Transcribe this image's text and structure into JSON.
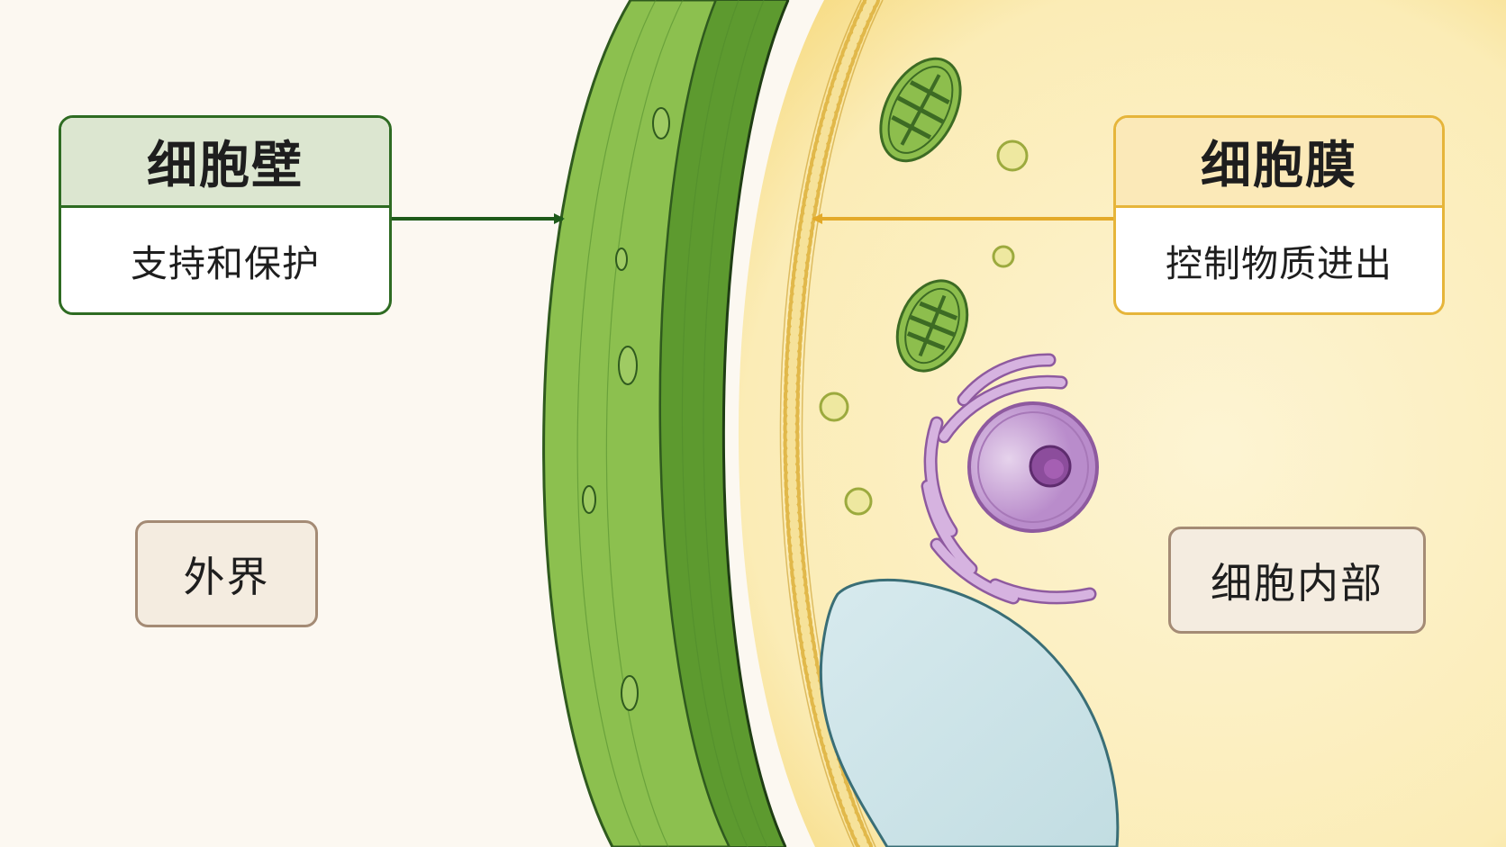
{
  "cell_wall": {
    "title": "细胞壁",
    "function": "支持和保护",
    "accent": "#2e6b22"
  },
  "cell_membrane": {
    "title": "细胞膜",
    "function": "控制物质进出",
    "accent": "#e6b53a"
  },
  "regions": {
    "outside": "外界",
    "inside": "细胞内部"
  },
  "colors": {
    "background": "#fcf8f1",
    "wall_light": "#8cc04f",
    "wall_dark": "#5d9a2f",
    "cytoplasm": "#fbeab1",
    "membrane_bead": "#f3dc8a",
    "chloroplast": "#8dbe4d",
    "golgi": "#c69ad3",
    "nucleus": "#c7a3d8",
    "vacuole": "#cfe3e6"
  },
  "icons": [
    "chloroplast-icon",
    "nucleus-icon",
    "endoplasmic-reticulum-icon",
    "vacuole-icon",
    "vesicle-icon"
  ]
}
